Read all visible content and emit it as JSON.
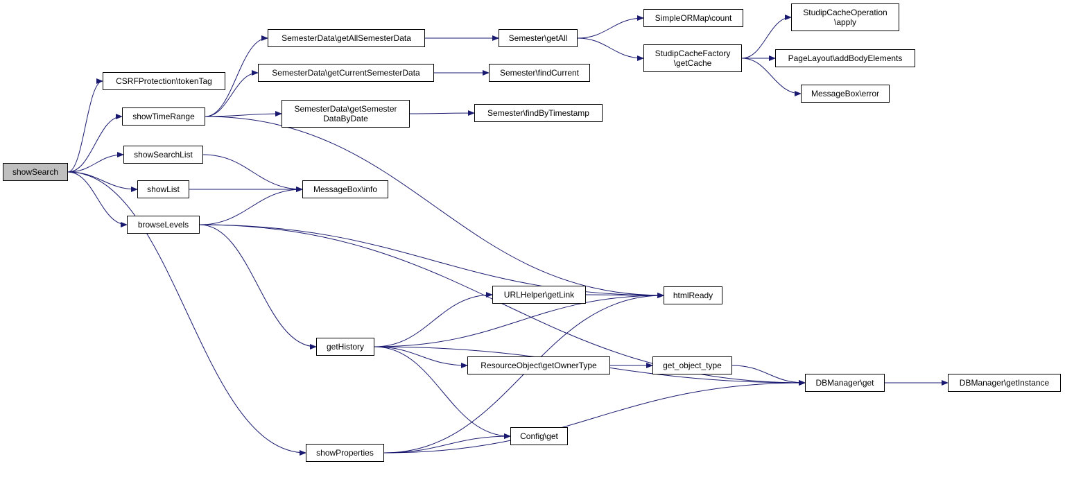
{
  "colors": {
    "edge": "#191970",
    "node_border": "#000000",
    "node_fill": "#ffffff",
    "root_fill": "#bfbfbf"
  },
  "nodes": {
    "showSearch": "showSearch",
    "csrf": "CSRFProtection\\tokenTag",
    "showTimeRange": "showTimeRange",
    "showSearchList": "showSearchList",
    "showList": "showList",
    "browseLevels": "browseLevels",
    "getHistory": "getHistory",
    "showProperties": "showProperties",
    "getAllSemesterData": "SemesterData\\getAllSemesterData",
    "getCurrentSemesterData": "SemesterData\\getCurrentSemesterData",
    "getSemesterDataByDate": [
      "SemesterData\\getSemester",
      "DataByDate"
    ],
    "semesterGetAll": "Semester\\getAll",
    "semesterFindCurrent": "Semester\\findCurrent",
    "semesterFindByTimestamp": "Semester\\findByTimestamp",
    "simpleORMapCount": "SimpleORMap\\count",
    "getCache": [
      "StudipCacheFactory",
      "\\getCache"
    ],
    "cacheApply": [
      "StudipCacheOperation",
      "\\apply"
    ],
    "addBodyElements": "PageLayout\\addBodyElements",
    "messageBoxError": "MessageBox\\error",
    "messageBoxInfo": "MessageBox\\info",
    "htmlReady": "htmlReady",
    "urlHelperGetLink": "URLHelper\\getLink",
    "getOwnerType": "ResourceObject\\getOwnerType",
    "getObjectType": "get_object_type",
    "dbManagerGet": "DBManager\\get",
    "dbManagerGetInstance": "DBManager\\getInstance",
    "configGet": "Config\\get"
  },
  "edges": [
    [
      "showSearch",
      "csrf"
    ],
    [
      "showSearch",
      "showTimeRange"
    ],
    [
      "showSearch",
      "showSearchList"
    ],
    [
      "showSearch",
      "showList"
    ],
    [
      "showSearch",
      "browseLevels"
    ],
    [
      "showSearch",
      "showProperties"
    ],
    [
      "showTimeRange",
      "getAllSemesterData"
    ],
    [
      "showTimeRange",
      "getCurrentSemesterData"
    ],
    [
      "showTimeRange",
      "getSemesterDataByDate"
    ],
    [
      "showTimeRange",
      "htmlReady"
    ],
    [
      "getAllSemesterData",
      "semesterGetAll"
    ],
    [
      "getCurrentSemesterData",
      "semesterFindCurrent"
    ],
    [
      "getSemesterDataByDate",
      "semesterFindByTimestamp"
    ],
    [
      "semesterGetAll",
      "simpleORMapCount"
    ],
    [
      "semesterGetAll",
      "getCache"
    ],
    [
      "getCache",
      "cacheApply"
    ],
    [
      "getCache",
      "addBodyElements"
    ],
    [
      "getCache",
      "messageBoxError"
    ],
    [
      "showSearchList",
      "messageBoxInfo"
    ],
    [
      "showList",
      "messageBoxInfo"
    ],
    [
      "browseLevels",
      "messageBoxInfo"
    ],
    [
      "browseLevels",
      "dbManagerGet"
    ],
    [
      "browseLevels",
      "htmlReady"
    ],
    [
      "browseLevels",
      "getHistory"
    ],
    [
      "getHistory",
      "urlHelperGetLink"
    ],
    [
      "getHistory",
      "htmlReady"
    ],
    [
      "getHistory",
      "getOwnerType"
    ],
    [
      "getHistory",
      "dbManagerGet"
    ],
    [
      "getHistory",
      "configGet"
    ],
    [
      "urlHelperGetLink",
      "htmlReady"
    ],
    [
      "getOwnerType",
      "getObjectType"
    ],
    [
      "getObjectType",
      "dbManagerGet"
    ],
    [
      "dbManagerGet",
      "dbManagerGetInstance"
    ],
    [
      "showProperties",
      "configGet"
    ],
    [
      "showProperties",
      "htmlReady"
    ],
    [
      "showProperties",
      "dbManagerGet"
    ]
  ]
}
